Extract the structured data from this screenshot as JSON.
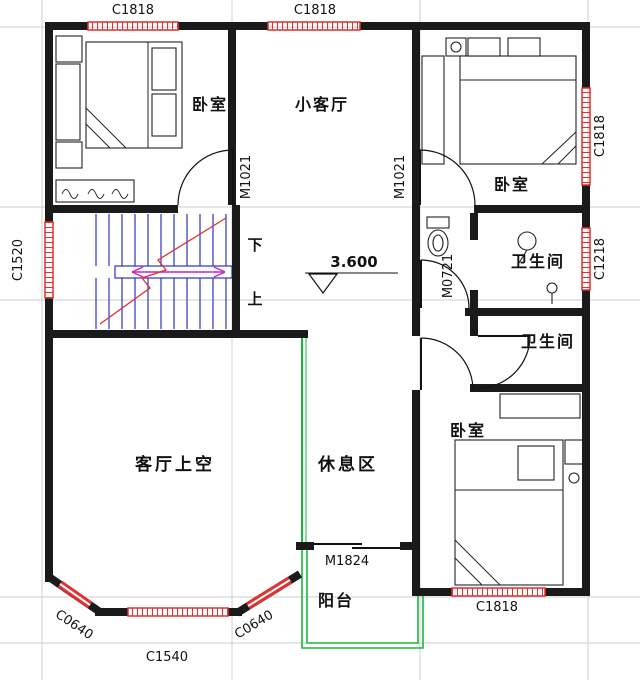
{
  "plan": {
    "rooms": {
      "bedroom_top_left": "卧室",
      "small_living_room": "小客厅",
      "bedroom_top_right": "卧室",
      "bathroom_upper": "卫生间",
      "bathroom_lower": "卫生间",
      "living_room_void": "客厅上空",
      "rest_area": "休息区",
      "bedroom_bottom_right": "卧室",
      "balcony": "阳台"
    },
    "windows": {
      "top_left": "C1818",
      "top_middle": "C1818",
      "right_upper": "C1818",
      "left": "C1520",
      "right_lower": "C1218",
      "bottom_right": "C1818",
      "bottom_middle": "C1540",
      "corner_left": "C0640",
      "corner_right": "C0640"
    },
    "doors": {
      "bedroom_top_left": "M1021",
      "bedroom_top_right": "M1021",
      "wc": "M0721",
      "balcony": "M1824"
    },
    "stairs": {
      "down": "下",
      "up": "上"
    },
    "elevation": "3.600",
    "colors": {
      "wall": "#1a1a1a",
      "window": "#e03030",
      "stair": "#2a35c0",
      "balcony_line": "#17b838",
      "direction_arrow": "#cc22cc",
      "grid": "#cccccc"
    }
  }
}
